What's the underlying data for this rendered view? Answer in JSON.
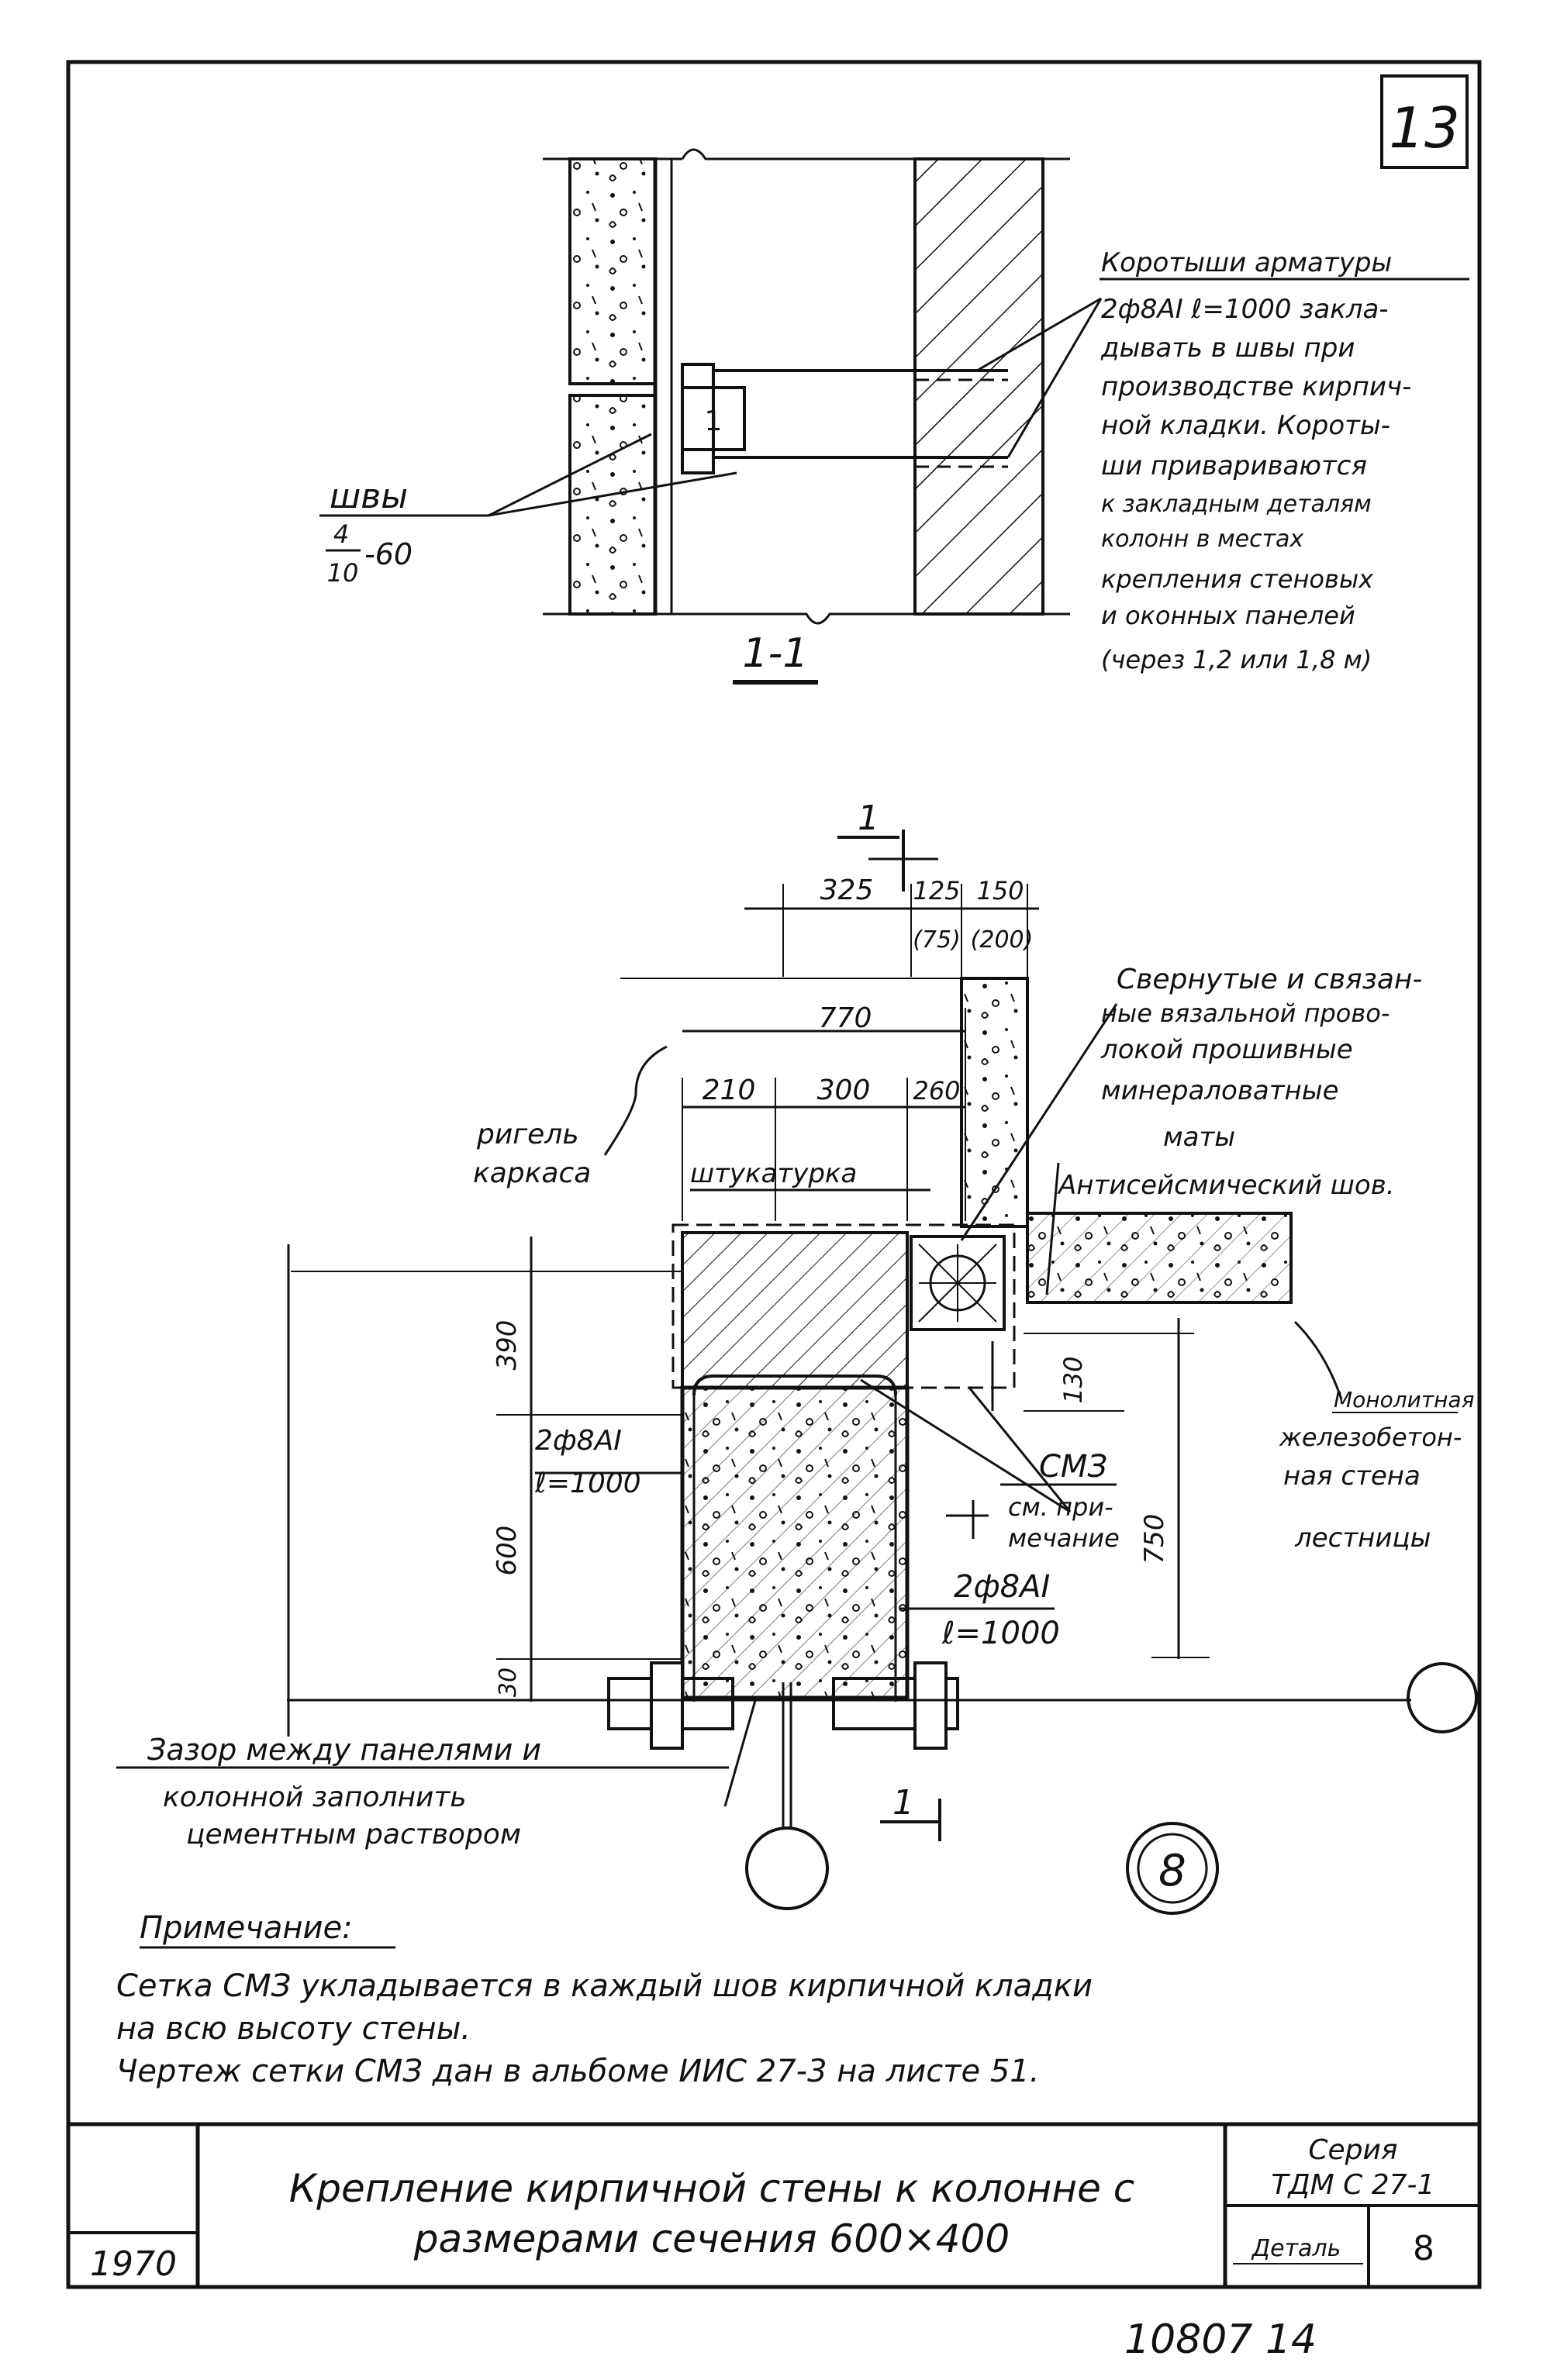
{
  "sheet": {
    "page_number": "13",
    "year": "1970",
    "title_line1": "Крепление кирпичной стены к колонне с",
    "title_line2": "размерами сечения 600×400",
    "series_label": "Серия",
    "series_code": "ТДМ С 27-1",
    "detail_label": "Деталь",
    "detail_value": "8",
    "footer_code": "10807  14"
  },
  "section_view": {
    "label": "1-1",
    "note": [
      "Коротыши арматуры",
      "2ф8АI  ℓ=1000 закла-",
      "дывать в швы при",
      "производстве кирпич-",
      "ной кладки. Короты-",
      "ши привариваются",
      "к закладным деталям",
      "колонн в местах",
      "крепления стеновых",
      "и оконных панелей",
      "(через 1,2 или 1,8 м)"
    ],
    "seams_label": "швы",
    "seams_fraction_num": "4",
    "seams_fraction_den": "10",
    "seams_value": "-60",
    "tag": "1"
  },
  "plan_view": {
    "section_marker": "1",
    "dims_top": [
      "325",
      "125",
      "150"
    ],
    "dims_top_alt": [
      "(75)",
      "(200)"
    ],
    "dim_770": "770",
    "dims_mid": [
      "210",
      "300",
      "260"
    ],
    "dims_left": [
      "390",
      "600",
      "30"
    ],
    "dim_130": "130",
    "dim_750": "750",
    "rebar_left": [
      "2ф8АI",
      "ℓ=1000"
    ],
    "rebar_right": [
      "2ф8АI",
      "ℓ=1000"
    ],
    "riegel": [
      "ригель",
      "каркаса"
    ],
    "plaster": "штукатурка",
    "mats_note": [
      "Свернутые и связан-",
      "ные вязальной прово-",
      "локой прошивные",
      "минераловатные",
      "маты"
    ],
    "seismic_joint": "Антисейсмический шов.",
    "mono_wall": [
      "Монолитная",
      "железобетон-",
      "ная стена",
      "лестницы"
    ],
    "cm3": "СМЗ",
    "cm3_note": [
      "см. при-",
      "мечание"
    ],
    "gap_note": [
      "Зазор между панелями и",
      "колонной заполнить",
      "цементным раствором"
    ],
    "detail_circle": "8"
  },
  "notes": {
    "heading": "Примечание:",
    "lines": [
      "Сетка СМЗ укладывается в каждый шов кирпичной кладки",
      "на всю высоту стены.",
      "Чертеж сетки СМЗ дан в альбоме ИИС 27-3 на листе 51."
    ]
  }
}
